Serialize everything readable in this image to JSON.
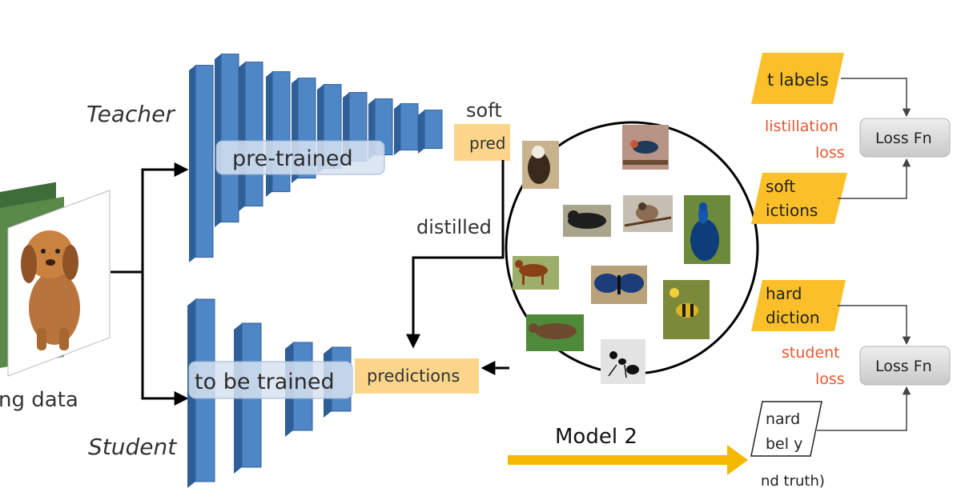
{
  "left": {
    "teacher_label": "Teacher",
    "student_label": "Student",
    "pretrained_label": "pre-trained",
    "to_be_trained_label": "to be trained",
    "soft_label": "soft",
    "soft_predictions_partial": "pred",
    "distilled_label": "distilled",
    "predictions_label": "predictions",
    "data_label_partial": "ng data"
  },
  "center": {
    "model_label": "Model 2",
    "images": [
      "dog",
      "bird",
      "dog",
      "bird",
      "peacock",
      "horse",
      "butterfly",
      "bee",
      "beetle",
      "ant"
    ]
  },
  "right": {
    "soft_labels_partial": "t labels",
    "distillation_loss_line1": "listillation",
    "distillation_loss_line2": "loss",
    "soft_predictions_line1": "soft",
    "soft_predictions_line2": "ictions",
    "loss_fn_top": "Loss Fn",
    "hard_prediction_line1": "hard",
    "hard_prediction_line2": "diction",
    "student_loss_line1": "student",
    "student_loss_line2": "loss",
    "loss_fn_bottom": "Loss Fn",
    "hard_label_line1": "nard",
    "hard_label_line2": "bel y",
    "ground_truth_partial": "nd truth)"
  },
  "colors": {
    "layer_blue": "#4f86c6",
    "layer_blue_dark": "#2f5f97",
    "prediction_box": "#fbd58a",
    "orange_para": "#fbbf2a",
    "loss_red": "#e4572e",
    "arrow_yellow": "#f5b800",
    "loss_box": "#d4d4d4"
  }
}
